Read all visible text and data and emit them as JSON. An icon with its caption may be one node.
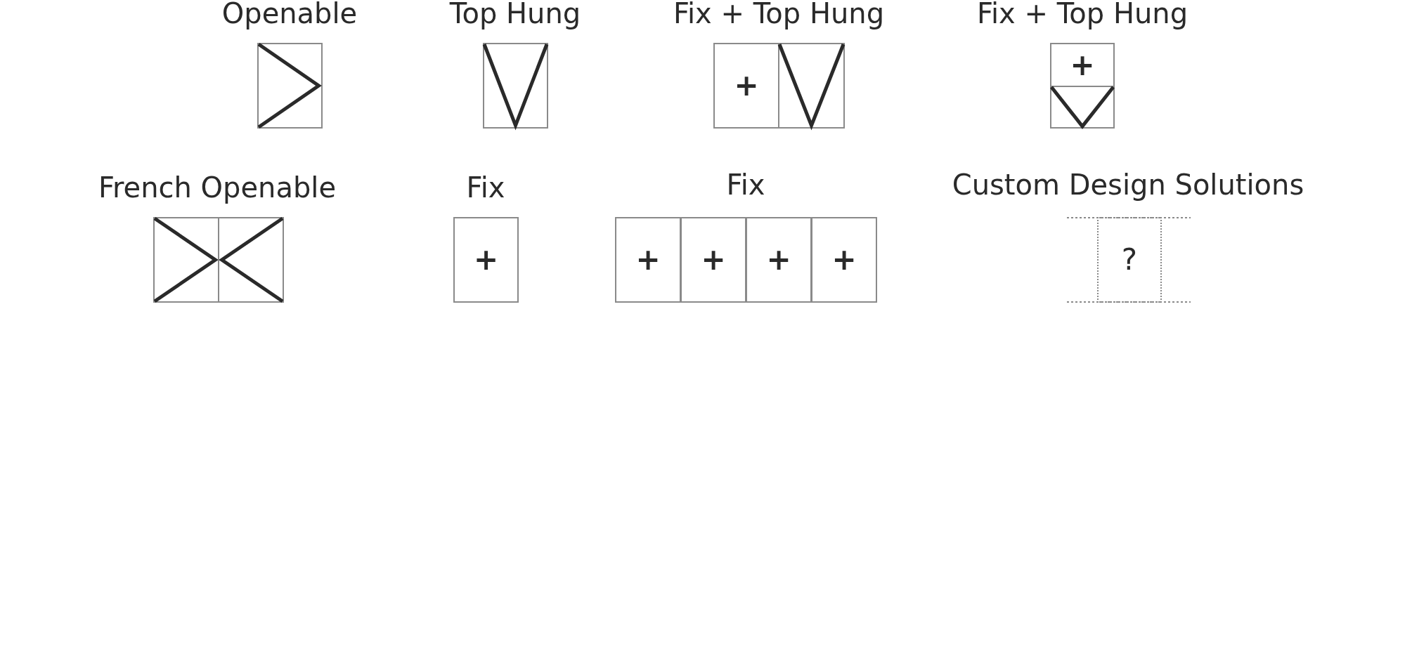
{
  "diagram": {
    "nodes": [
      {
        "text": [
          "Openable"
        ]
      },
      {
        "text": [],
        "shape": "box",
        "in": 0
      },
      {
        "text": [
          "Top Hung"
        ]
      },
      {
        "text": [],
        "shape": "box",
        "in": 2
      },
      {
        "text": [
          "Fix + Top Hung"
        ]
      },
      {
        "text": [
          "+"
        ],
        "in": 4
      },
      {
        "text": [],
        "shape": "box",
        "in": 4
      },
      {
        "text": [
          "Fix + Top Hung"
        ]
      },
      {
        "text": [
          "+"
        ],
        "in": 7
      },
      {
        "text": [],
        "shape": "box",
        "in": 7
      },
      {
        "text": [
          "French Openable"
        ]
      },
      {
        "text": [],
        "shape": "box",
        "in": 10
      },
      {
        "text": [],
        "shape": "box",
        "in": 10
      },
      {
        "text": [
          "Fix"
        ]
      },
      {
        "text": [
          "+"
        ],
        "in": 13
      },
      {
        "text": [
          "Fix"
        ]
      },
      {
        "text": [
          "+"
        ],
        "in": 15
      },
      {
        "text": [
          "+"
        ],
        "in": 15
      },
      {
        "text": [
          "+"
        ],
        "in": 15
      },
      {
        "text": [
          "+"
        ],
        "in": 15
      },
      {
        "text": [
          "Custom Design Solutions"
        ]
      },
      {
        "text": [
          "?"
        ],
        "in": 20
      }
    ]
  }
}
